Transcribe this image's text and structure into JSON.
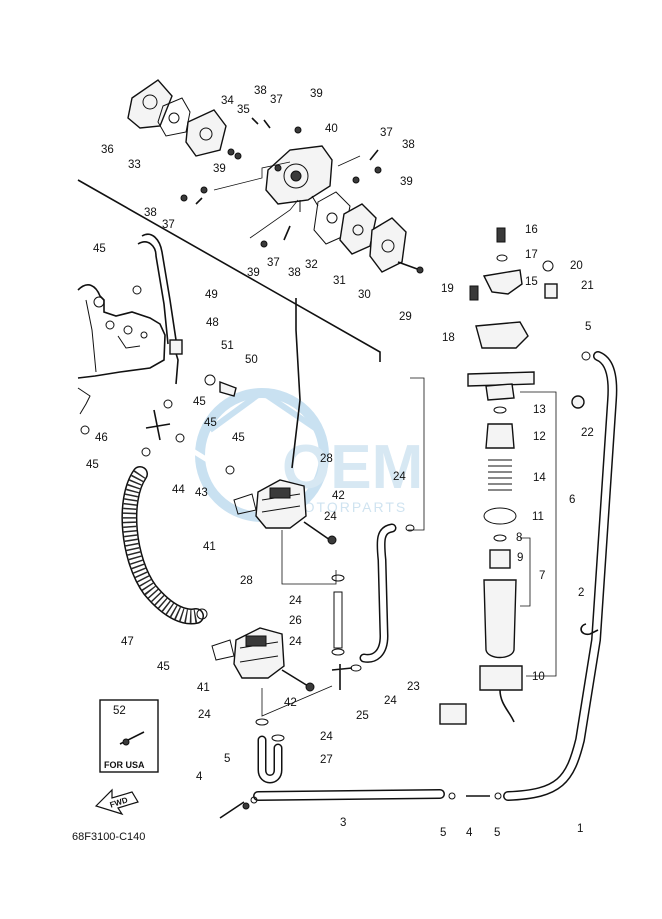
{
  "diagram": {
    "drawing_code": "68F3100-C140",
    "for_usa_label": "FOR USA",
    "fwd_label": "FWD",
    "watermark_brand": "OEM",
    "watermark_sub": "MOTORPARTS",
    "callouts": [
      {
        "id": "c1",
        "n": "1"
      },
      {
        "id": "c2",
        "n": "2"
      },
      {
        "id": "c3",
        "n": "3"
      },
      {
        "id": "c4a",
        "n": "4"
      },
      {
        "id": "c4b",
        "n": "4"
      },
      {
        "id": "c5a",
        "n": "5"
      },
      {
        "id": "c5b",
        "n": "5"
      },
      {
        "id": "c5c",
        "n": "5"
      },
      {
        "id": "c5d",
        "n": "5"
      },
      {
        "id": "c6",
        "n": "6"
      },
      {
        "id": "c7",
        "n": "7"
      },
      {
        "id": "c8",
        "n": "8"
      },
      {
        "id": "c9",
        "n": "9"
      },
      {
        "id": "c10",
        "n": "10"
      },
      {
        "id": "c11",
        "n": "11"
      },
      {
        "id": "c12",
        "n": "12"
      },
      {
        "id": "c13",
        "n": "13"
      },
      {
        "id": "c14",
        "n": "14"
      },
      {
        "id": "c15",
        "n": "15"
      },
      {
        "id": "c16",
        "n": "16"
      },
      {
        "id": "c17",
        "n": "17"
      },
      {
        "id": "c18",
        "n": "18"
      },
      {
        "id": "c19",
        "n": "19"
      },
      {
        "id": "c20",
        "n": "20"
      },
      {
        "id": "c21",
        "n": "21"
      },
      {
        "id": "c22",
        "n": "22"
      },
      {
        "id": "c23",
        "n": "23"
      },
      {
        "id": "c24a",
        "n": "24"
      },
      {
        "id": "c24b",
        "n": "24"
      },
      {
        "id": "c24c",
        "n": "24"
      },
      {
        "id": "c24d",
        "n": "24"
      },
      {
        "id": "c24e",
        "n": "24"
      },
      {
        "id": "c24f",
        "n": "24"
      },
      {
        "id": "c24g",
        "n": "24"
      },
      {
        "id": "c25",
        "n": "25"
      },
      {
        "id": "c26",
        "n": "26"
      },
      {
        "id": "c27",
        "n": "27"
      },
      {
        "id": "c28a",
        "n": "28"
      },
      {
        "id": "c28b",
        "n": "28"
      },
      {
        "id": "c29",
        "n": "29"
      },
      {
        "id": "c30",
        "n": "30"
      },
      {
        "id": "c31",
        "n": "31"
      },
      {
        "id": "c32",
        "n": "32"
      },
      {
        "id": "c33",
        "n": "33"
      },
      {
        "id": "c34",
        "n": "34"
      },
      {
        "id": "c35",
        "n": "35"
      },
      {
        "id": "c36",
        "n": "36"
      },
      {
        "id": "c37a",
        "n": "37"
      },
      {
        "id": "c37b",
        "n": "37"
      },
      {
        "id": "c37c",
        "n": "37"
      },
      {
        "id": "c37d",
        "n": "37"
      },
      {
        "id": "c38a",
        "n": "38"
      },
      {
        "id": "c38b",
        "n": "38"
      },
      {
        "id": "c38c",
        "n": "38"
      },
      {
        "id": "c38d",
        "n": "38"
      },
      {
        "id": "c39a",
        "n": "39"
      },
      {
        "id": "c39b",
        "n": "39"
      },
      {
        "id": "c39c",
        "n": "39"
      },
      {
        "id": "c39d",
        "n": "39"
      },
      {
        "id": "c40",
        "n": "40"
      },
      {
        "id": "c41a",
        "n": "41"
      },
      {
        "id": "c41b",
        "n": "41"
      },
      {
        "id": "c42a",
        "n": "42"
      },
      {
        "id": "c42b",
        "n": "42"
      },
      {
        "id": "c43",
        "n": "43"
      },
      {
        "id": "c44",
        "n": "44"
      },
      {
        "id": "c45a",
        "n": "45"
      },
      {
        "id": "c45b",
        "n": "45"
      },
      {
        "id": "c45c",
        "n": "45"
      },
      {
        "id": "c45d",
        "n": "45"
      },
      {
        "id": "c45e",
        "n": "45"
      },
      {
        "id": "c45f",
        "n": "45"
      },
      {
        "id": "c46",
        "n": "46"
      },
      {
        "id": "c47",
        "n": "47"
      },
      {
        "id": "c48",
        "n": "48"
      },
      {
        "id": "c49",
        "n": "49"
      },
      {
        "id": "c50",
        "n": "50"
      },
      {
        "id": "c51",
        "n": "51"
      },
      {
        "id": "c52",
        "n": "52"
      }
    ]
  }
}
